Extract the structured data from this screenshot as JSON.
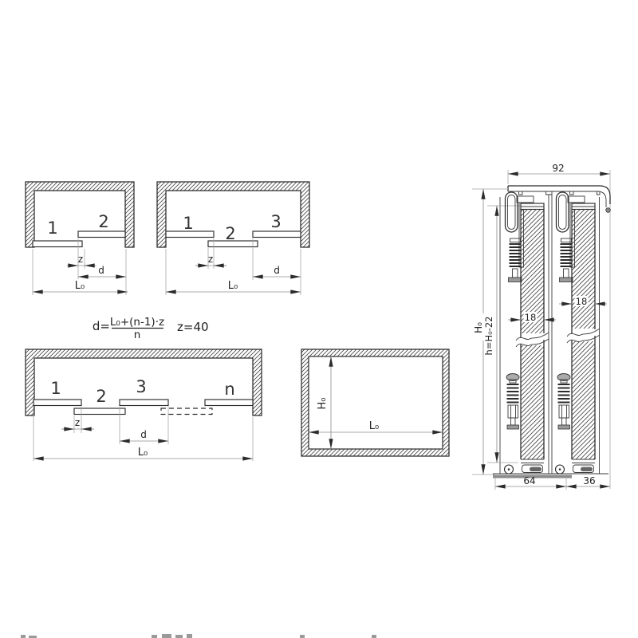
{
  "drawing": {
    "schemes": {
      "two_door": {
        "panel1": "1",
        "panel2": "2",
        "z": "z",
        "d": "d",
        "l0": "L₀"
      },
      "three_door": {
        "panel1": "1",
        "panel2": "2",
        "panel3": "3",
        "z": "z",
        "d": "d",
        "l0": "L₀"
      },
      "n_door": {
        "panel1": "1",
        "panel2": "2",
        "panel3": "3",
        "paneln": "n",
        "z": "z",
        "d": "d",
        "l0": "L₀"
      },
      "opening": {
        "h0": "H₀",
        "l0": "L₀"
      }
    },
    "formula": {
      "lhs": "d=",
      "numerator": "L₀+(n-1)·z",
      "denominator": "n",
      "note": "z=40"
    },
    "cross_section": {
      "top_width": "92",
      "total_height": "H₀",
      "door_height": "h=H₀-22",
      "door_thickness_left": "18",
      "door_thickness_right": "18",
      "bottom_zone_left": "64",
      "bottom_zone_right": "36"
    }
  }
}
